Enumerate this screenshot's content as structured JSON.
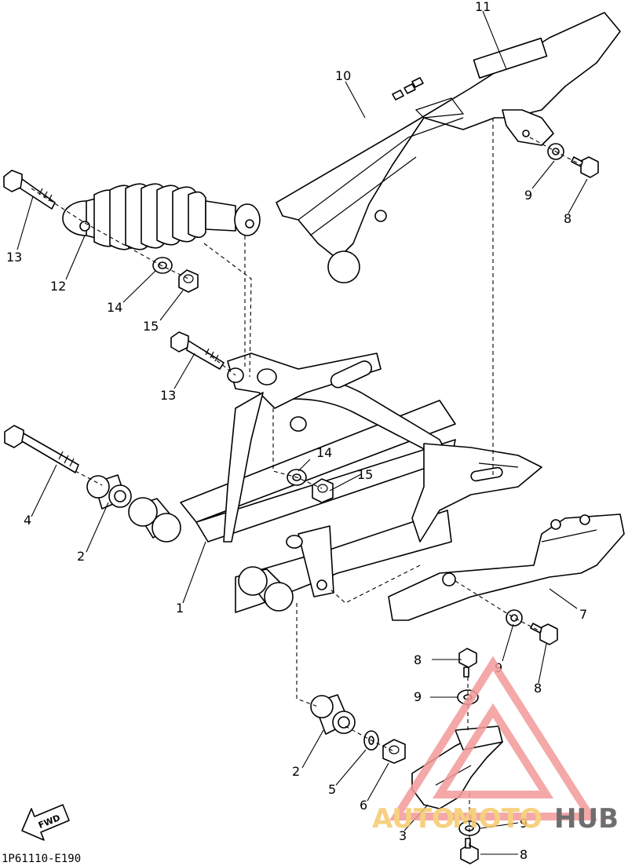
{
  "diagram_code": "1P61110-E190",
  "forward_label": "FWD",
  "watermark": {
    "part1": "AUTO",
    "part2": "MOTO",
    "part3": "HUB",
    "color_red": "#f39a9a",
    "color_gold": "#f5c96a",
    "color_gray": "#555555"
  },
  "callouts": {
    "c1": "1",
    "c2a": "2",
    "c2b": "2",
    "c3": "3",
    "c4": "4",
    "c5": "5",
    "c6": "6",
    "c7": "7",
    "c8a": "8",
    "c8b": "8",
    "c8c": "8",
    "c8d": "8",
    "c9a": "9",
    "c9b": "9",
    "c9c": "9",
    "c9d": "9",
    "c10": "10",
    "c11": "11",
    "c12": "12",
    "c13a": "13",
    "c13b": "13",
    "c14a": "14",
    "c14b": "14",
    "c15a": "15",
    "c15b": "15"
  }
}
